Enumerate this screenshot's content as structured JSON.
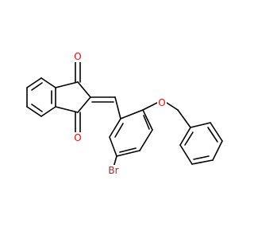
{
  "molecule": {
    "atoms": {
      "O1": {
        "symbol": "O",
        "color": "#ff0000"
      },
      "O2": {
        "symbol": "O",
        "color": "#ff0000"
      },
      "O3": {
        "symbol": "O",
        "color": "#ff0000"
      },
      "Br": {
        "symbol": "Br",
        "color": "#a52a2a"
      }
    }
  }
}
